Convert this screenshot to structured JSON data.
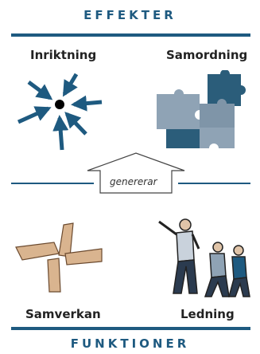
{
  "top": {
    "heading": "EFFEKTER",
    "left_label": "Inriktning",
    "right_label": "Samordning"
  },
  "middle": {
    "label": "genererar"
  },
  "bottom": {
    "heading": "FUNKTIONER",
    "left_label": "Samverkan",
    "right_label": "Ledning"
  },
  "colors": {
    "accent": "#1e5a80",
    "puzzle_dark": "#2b5d7a",
    "puzzle_light": "#8fa3b5"
  },
  "icons": [
    "converging-arrows-icon",
    "puzzle-pieces-icon",
    "up-arrow-icon",
    "linked-hands-icon",
    "leader-and-followers-icon"
  ]
}
